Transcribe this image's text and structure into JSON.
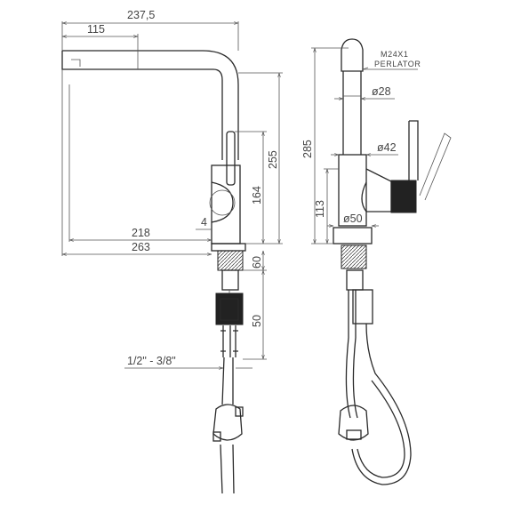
{
  "dimensions": {
    "overall_width": "237,5",
    "spout_reach": "115",
    "total_height": "255",
    "lever_height": "164",
    "gap": "4",
    "base_to_spout": "218",
    "base_total": "263",
    "shank_length": "60",
    "hose_fitting": "50",
    "connection": "1/2\" - 3/8\"",
    "side_height": "285",
    "side_body_height": "113",
    "aerator_thread": "M24X1",
    "aerator_label": "PERLATOR",
    "spout_diameter": "ø28",
    "body_diameter": "ø42",
    "base_diameter": "ø50"
  },
  "colors": {
    "line": "#2a2a2a",
    "dimension": "#555555",
    "text": "#444444"
  }
}
